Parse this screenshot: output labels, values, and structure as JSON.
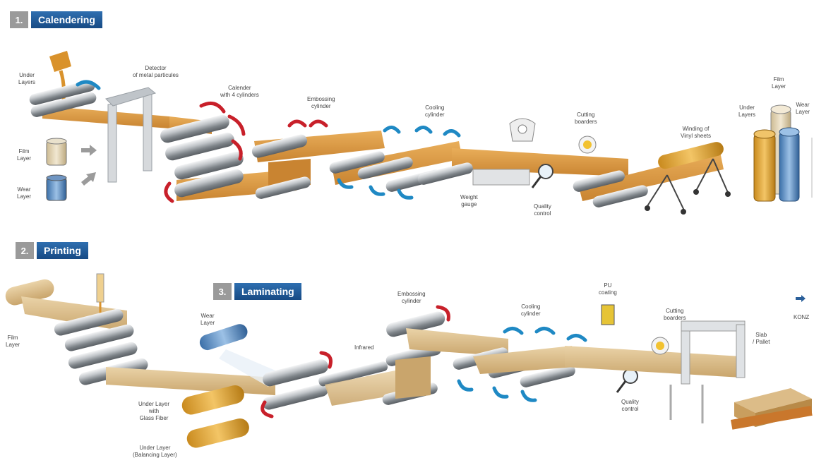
{
  "steps": [
    {
      "number": "1.",
      "name": "Calendering"
    },
    {
      "number": "2.",
      "name": "Printing"
    },
    {
      "number": "3.",
      "name": "Laminating"
    }
  ],
  "calendering_labels": {
    "under_layers": [
      "Under",
      "Layers"
    ],
    "detector": [
      "Detector",
      "of metal particules"
    ],
    "calender": [
      "Calender",
      "with 4 cylinders"
    ],
    "embossing": [
      "Embossing",
      "cylinder"
    ],
    "cooling": [
      "Cooling",
      "cylinder"
    ],
    "cutting": [
      "Cutting",
      "boarders"
    ],
    "winding": [
      "Winding of",
      "Vinyl sheets"
    ],
    "film_layer": [
      "Film",
      "Layer"
    ],
    "wear_layer": [
      "Wear",
      "Layer"
    ],
    "weight_gauge": [
      "Weight",
      "gauge"
    ],
    "quality_control": [
      "Quality",
      "control"
    ],
    "rolls_film": [
      "Film",
      "Layer"
    ],
    "rolls_under": [
      "Under",
      "Layers"
    ],
    "rolls_wear": [
      "Wear",
      "Layer"
    ]
  },
  "printing_labels": {
    "film_layer": [
      "Film",
      "Layer"
    ],
    "wear_layer": [
      "Wear",
      "Layer"
    ],
    "infrared": "Infrared",
    "under_glass": [
      "Under Layer",
      "with",
      "Glass Fiber"
    ],
    "under_balancing": [
      "Under Layer",
      "(Balancing Layer)"
    ],
    "embossing": [
      "Embossing",
      "cylinder"
    ],
    "cooling": [
      "Cooling",
      "cylinder"
    ],
    "pu": [
      "PU",
      "coating"
    ],
    "cutting": [
      "Cutting",
      "boarders"
    ],
    "quality_control": [
      "Quality",
      "control"
    ],
    "konz": "KONZ",
    "slab": [
      "Slab",
      "/ Pallet"
    ]
  },
  "colors": {
    "sheet": "#d99a45",
    "sheet_light": "#dcc094",
    "roller": "#9ea3a8",
    "arrow_red": "#c8202a",
    "arrow_blue": "#1f89c4",
    "tag_blue": "#1e5a9b"
  }
}
